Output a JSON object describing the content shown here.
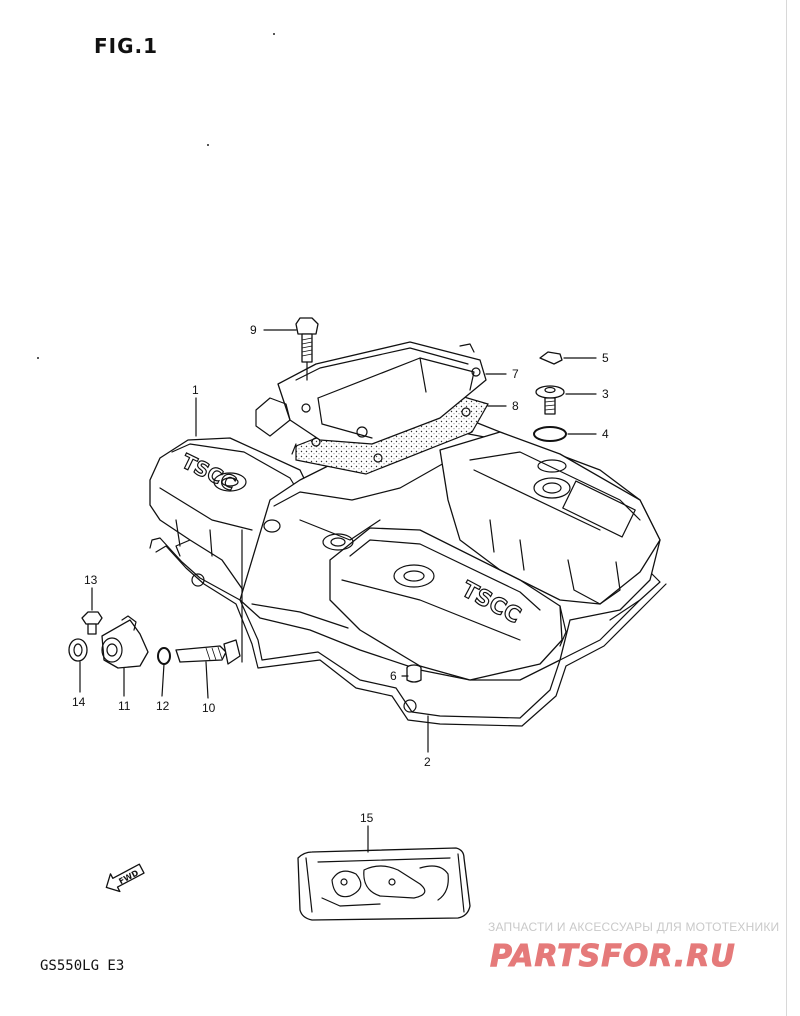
{
  "figure": {
    "title": "FIG.1",
    "model_code": "GS550LG  E3"
  },
  "cover_lettering": "TSCC",
  "fwd_mark": "FWD",
  "callouts": [
    "1",
    "2",
    "3",
    "4",
    "5",
    "6",
    "7",
    "8",
    "9",
    "10",
    "11",
    "12",
    "13",
    "14",
    "15"
  ],
  "watermark": {
    "tagline": "ЗАПЧАСТИ И АКСЕССУАРЫ ДЛЯ МОТОТЕХНИКИ",
    "logo": "PARTSFOR.RU",
    "color": "#e57a7a"
  }
}
